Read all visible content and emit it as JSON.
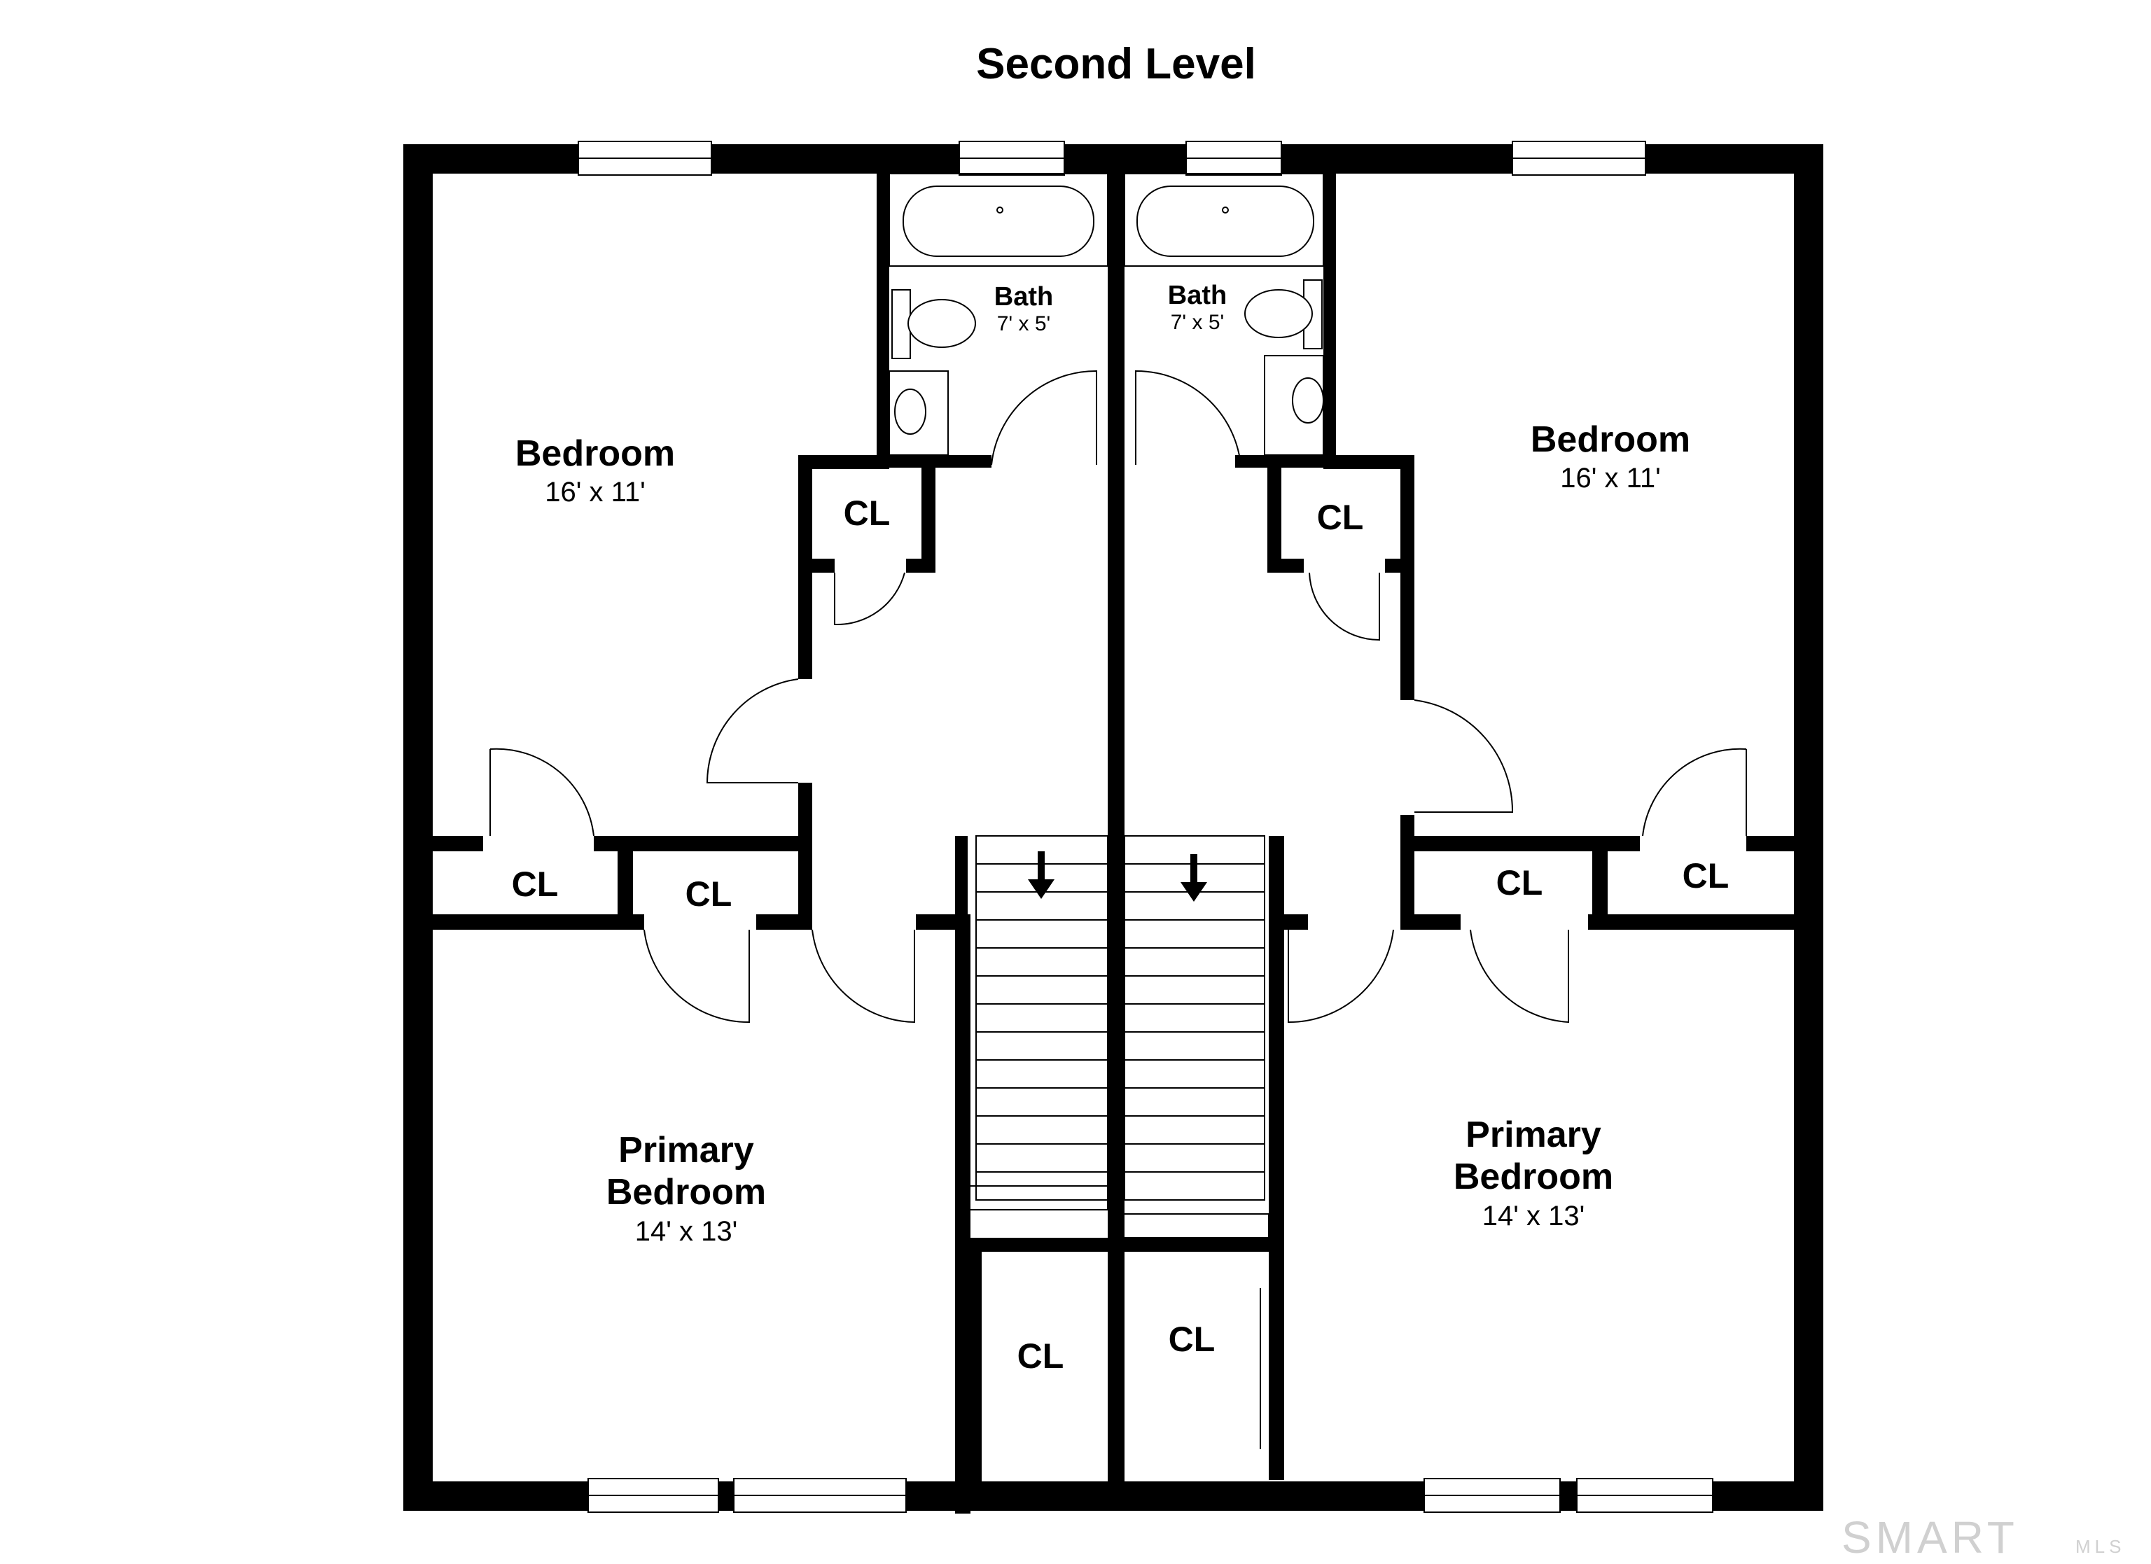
{
  "title": "Second Level",
  "rooms": {
    "bedroom_left": {
      "name": "Bedroom",
      "dims": "16' x 11'"
    },
    "bedroom_right": {
      "name": "Bedroom",
      "dims": "16' x 11'"
    },
    "bath_left": {
      "name": "Bath",
      "dims": "7' x 5'"
    },
    "bath_right": {
      "name": "Bath",
      "dims": "7' x 5'"
    },
    "primary_left": {
      "name_line1": "Primary",
      "name_line2": "Bedroom",
      "dims": "14' x 13'"
    },
    "primary_right": {
      "name_line1": "Primary",
      "name_line2": "Bedroom",
      "dims": "14' x 13'"
    }
  },
  "closet_label": "CL",
  "logo": {
    "text": "SMART",
    "sub": "MLS"
  }
}
